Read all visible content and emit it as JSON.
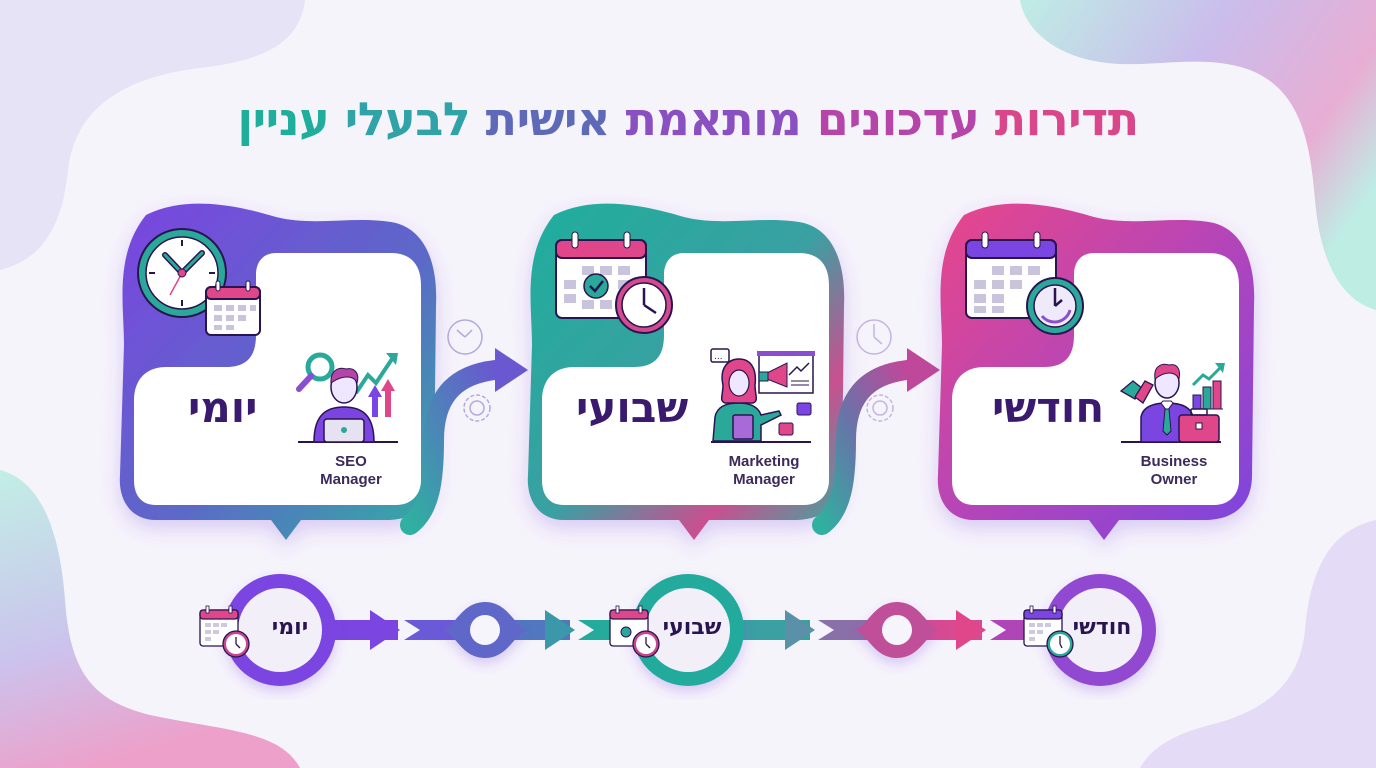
{
  "title": {
    "full": "תדירות עדכונים מותאמת אישית לבעלי עניין",
    "segments": [
      {
        "text": "תדירות",
        "color": "#d9468a"
      },
      {
        "text": "עדכונים",
        "color": "#b545a8"
      },
      {
        "text": "מותאמת",
        "color": "#8a4fc0"
      },
      {
        "text": "אישית",
        "color": "#5e6ab8"
      },
      {
        "text": "לבעלי",
        "color": "#2fa3a8"
      },
      {
        "text": "עניין",
        "color": "#1fae9c"
      }
    ]
  },
  "cards": [
    {
      "frequency": "יומי",
      "role_line1": "SEO",
      "role_line2": "Manager",
      "frequency_icon": "clock-calendar-icon",
      "role_icon": "seo-manager-laptop-icon",
      "gradient": [
        "#7a45e0",
        "#5a6cc8",
        "#2fb0a0"
      ]
    },
    {
      "frequency": "שבועי",
      "role_line1": "Marketing",
      "role_line2": "Manager",
      "frequency_icon": "calendar-check-clock-icon",
      "role_icon": "marketing-manager-megaphone-icon",
      "gradient": [
        "#1fae9c",
        "#4a9aa8",
        "#e0468a"
      ]
    },
    {
      "frequency": "חודשי",
      "role_line1": "Business",
      "role_line2": "Owner",
      "frequency_icon": "calendar-clock-icon",
      "role_icon": "business-owner-briefcase-icon",
      "gradient": [
        "#e0468a",
        "#b545b8",
        "#7a45e0"
      ]
    }
  ],
  "connectors": [
    {
      "icons": [
        "clock-outline-icon",
        "gear-clock-icon"
      ]
    },
    {
      "icons": [
        "clock-refresh-icon",
        "gear-refresh-icon"
      ]
    }
  ],
  "timeline": {
    "nodes": [
      {
        "label": "יומי",
        "ring_color": "#7a45e0"
      },
      {
        "label": "שבועי",
        "ring_color": "#24ab9c"
      },
      {
        "label": "חודשי",
        "ring_color": "#8a45d0"
      }
    ],
    "midpoints": 2
  },
  "colors": {
    "purple": "#7a45e0",
    "teal": "#1fae9c",
    "pink": "#e0468a",
    "text_dark": "#3a1a6e",
    "background": "#f6f4fb"
  }
}
